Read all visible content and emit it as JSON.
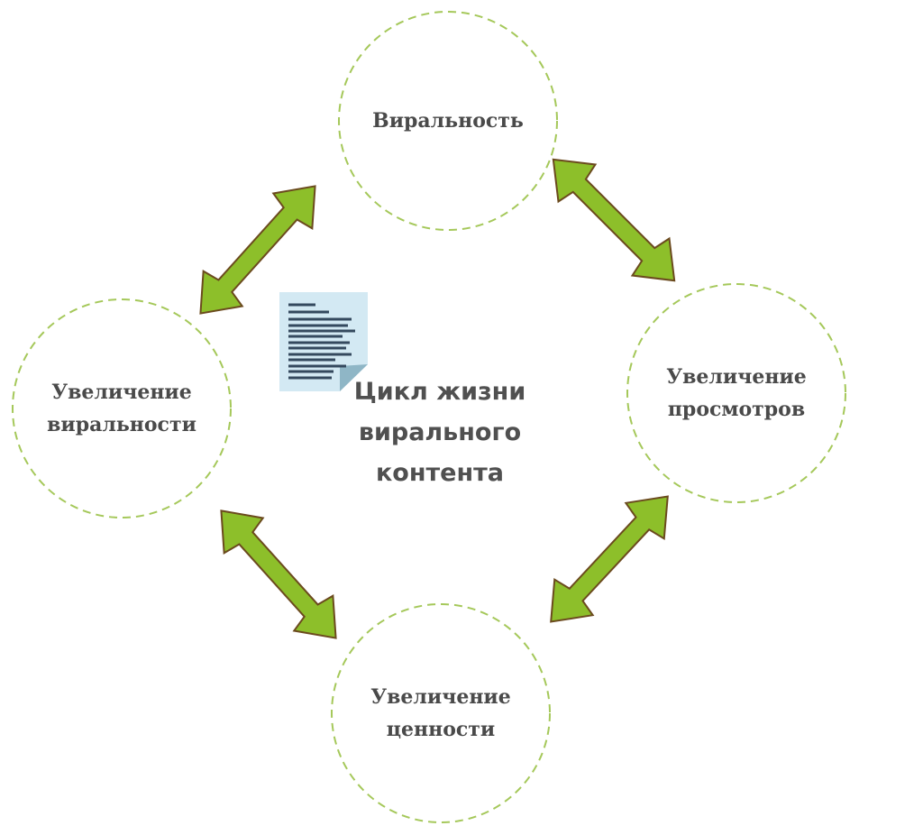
{
  "diagram": {
    "center_title": "Цикл жизни вирального контента",
    "nodes": {
      "top": "Виральность",
      "right": "Увеличение просмотров",
      "bottom": "Увеличение ценности",
      "left": "Увеличение виральности"
    },
    "icons": {
      "center": "document-icon",
      "arrows": "double-arrow-icon"
    },
    "colors": {
      "circle_dash": "#a5c85a",
      "arrow_fill": "#8dbf2a",
      "arrow_stroke": "#6b4a1e",
      "doc_paper": "#d3e9f3",
      "doc_fold": "#8fb6c6",
      "doc_lines": "#34495e",
      "text": "#4a4a4a"
    }
  }
}
